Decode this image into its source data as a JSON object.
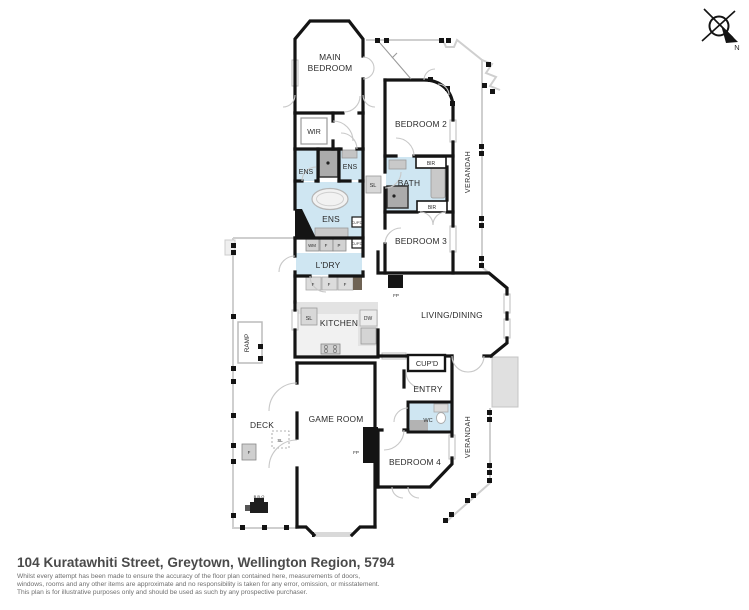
{
  "address": "104 Kuratawhiti Street, Greytown, Wellington Region, 5794",
  "disclaimer": {
    "line1": "Whilst every attempt has been made to ensure the accuracy of the floor plan contained here, measurements of doors,",
    "line2": "windows, rooms and any other items are approximate and no responsibility is taken for any error, omission, or misstatement.",
    "line3": "This plan is for illustrative purposes only and should be used as such by any prospective purchaser."
  },
  "compass": {
    "north": "N"
  },
  "colors": {
    "wall": "#141414",
    "wet_area": "#cfe6f2",
    "fixture_gray": "#c9c9c9",
    "verandah_line": "#cfcfcf"
  },
  "labels": {
    "main_bedroom_1": "MAIN",
    "main_bedroom_2": "BEDROOM",
    "wir": "WIR",
    "ens_small_left": "ENS",
    "ens_small_right": "ENS",
    "ens_main": "ENS",
    "sl_hall": "SL",
    "bedroom2": "BEDROOM 2",
    "bir_bedroom2": "BIR",
    "bath": "BATH",
    "bir_bedroom3": "BIR",
    "bedroom3": "BEDROOM 3",
    "verandah_upper": "VERANDAH",
    "wm": "WM",
    "laundry_f": "F",
    "laundry_p": "P",
    "cupd_hall_upper": "CUP'D",
    "cupd_hall_lower": "CUP'D",
    "ldry": "L'DRY",
    "hall_f1": "F",
    "hall_f2": "F",
    "hall_f3": "F",
    "fp_living": "FP",
    "living_dining": "LIVING/DINING",
    "sl_kitchen": "SL",
    "kitchen": "KITCHEN",
    "dw": "DW",
    "cupd_entry": "CUP'D",
    "entry": "ENTRY",
    "wc": "WC",
    "verandah_lower": "VERANDAH",
    "bedroom4": "BEDROOM 4",
    "game_room": "GAME ROOM",
    "fp_game_room": "FP",
    "deck": "DECK",
    "ramp": "RAMP",
    "sl_deck": "SL",
    "f_deck": "F",
    "bbq": "B.B.Q"
  }
}
